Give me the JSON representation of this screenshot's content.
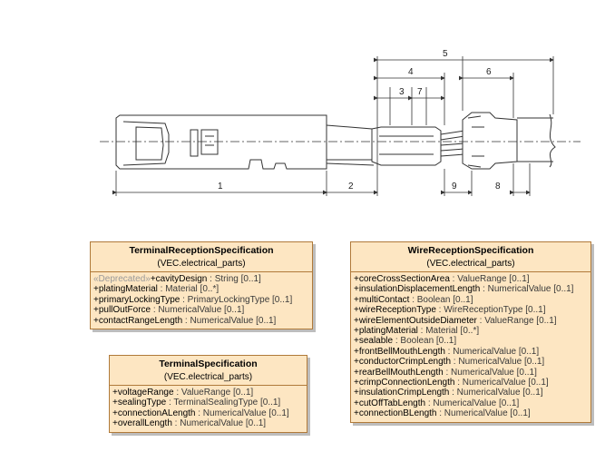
{
  "drawing": {
    "dimension_labels": [
      "1",
      "2",
      "3",
      "4",
      "5",
      "6",
      "7",
      "8",
      "9"
    ]
  },
  "classes": [
    {
      "name": "TerminalReceptionSpecification",
      "package": "(VEC.electrical_parts)",
      "attributes": [
        {
          "stereotype": "«Deprecated»",
          "name": "+cavityDesign",
          "type": " : String [0..1]"
        },
        {
          "stereotype": "",
          "name": "+platingMaterial",
          "type": " : Material [0..*]"
        },
        {
          "stereotype": "",
          "name": "+primaryLockingType",
          "type": " : PrimaryLockingType [0..1]"
        },
        {
          "stereotype": "",
          "name": "+pullOutForce",
          "type": " : NumericalValue [0..1]"
        },
        {
          "stereotype": "",
          "name": "+contactRangeLength",
          "type": " : NumericalValue [0..1]"
        }
      ]
    },
    {
      "name": "TerminalSpecification",
      "package": "(VEC.electrical_parts)",
      "attributes": [
        {
          "stereotype": "",
          "name": "+voltageRange",
          "type": " : ValueRange [0..1]"
        },
        {
          "stereotype": "",
          "name": "+sealingType",
          "type": " : TerminalSealingType [0..1]"
        },
        {
          "stereotype": "",
          "name": "+connectionALength",
          "type": " : NumericalValue [0..1]"
        },
        {
          "stereotype": "",
          "name": "+overallLength",
          "type": " : NumericalValue [0..1]"
        }
      ]
    },
    {
      "name": "WireReceptionSpecification",
      "package": "(VEC.electrical_parts)",
      "attributes": [
        {
          "stereotype": "",
          "name": "+coreCrossSectionArea",
          "type": " : ValueRange [0..1]"
        },
        {
          "stereotype": "",
          "name": "+insulationDisplacementLength",
          "type": " : NumericalValue [0..1]"
        },
        {
          "stereotype": "",
          "name": "+multiContact",
          "type": " : Boolean [0..1]"
        },
        {
          "stereotype": "",
          "name": "+wireReceptionType",
          "type": " : WireReceptionType [0..1]"
        },
        {
          "stereotype": "",
          "name": "+wireElementOutsideDiameter",
          "type": " : ValueRange [0..1]"
        },
        {
          "stereotype": "",
          "name": "+platingMaterial",
          "type": " : Material [0..*]"
        },
        {
          "stereotype": "",
          "name": "+sealable",
          "type": " : Boolean [0..1]"
        },
        {
          "stereotype": "",
          "name": "+frontBellMouthLength",
          "type": " : NumericalValue [0..1]"
        },
        {
          "stereotype": "",
          "name": "+conductorCrimpLength",
          "type": " : NumericalValue [0..1]"
        },
        {
          "stereotype": "",
          "name": "+rearBellMouthLength",
          "type": " : NumericalValue [0..1]"
        },
        {
          "stereotype": "",
          "name": "+crimpConnectionLength",
          "type": " : NumericalValue [0..1]"
        },
        {
          "stereotype": "",
          "name": "+insulationCrimpLength",
          "type": " : NumericalValue [0..1]"
        },
        {
          "stereotype": "",
          "name": "+cutOffTabLength",
          "type": " : NumericalValue [0..1]"
        },
        {
          "stereotype": "",
          "name": "+connectionBLength",
          "type": " : NumericalValue [0..1]"
        }
      ]
    }
  ]
}
